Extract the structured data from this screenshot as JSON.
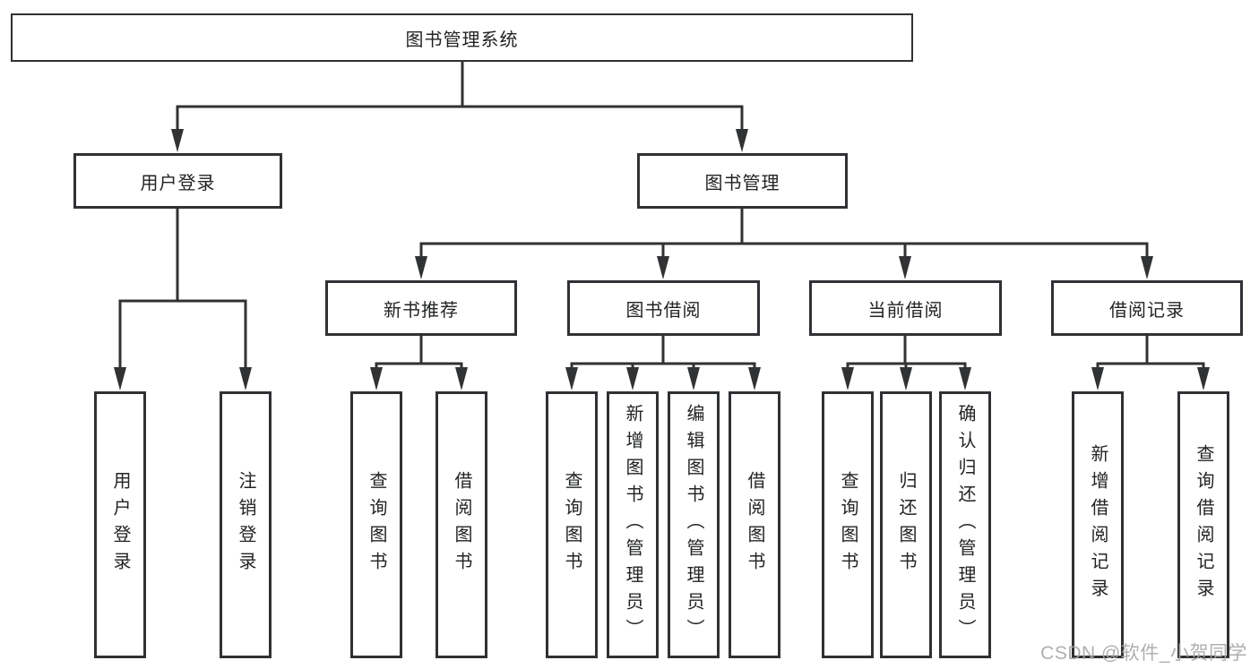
{
  "diagram": {
    "root": {
      "label": "图书管理系统"
    },
    "level2": [
      {
        "label": "用户登录"
      },
      {
        "label": "图书管理"
      }
    ],
    "level3": [
      {
        "label": "新书推荐"
      },
      {
        "label": "图书借阅"
      },
      {
        "label": "当前借阅"
      },
      {
        "label": "借阅记录"
      }
    ],
    "leaves": {
      "login": [
        "用户登录",
        "注销登录"
      ],
      "recommend": [
        "查询图书",
        "借阅图书"
      ],
      "borrow": [
        "查询图书",
        "新增图书（管理员）",
        "编辑图书（管理员）",
        "借阅图书"
      ],
      "current": [
        "查询图书",
        "归还图书",
        "确认归还（管理员）"
      ],
      "records": [
        "新增借阅记录",
        "查询借阅记录"
      ]
    }
  },
  "watermark": {
    "text": "CSDN @软件_小贺同学"
  },
  "colors": {
    "line": "#303234",
    "box_border": "#2f3134",
    "box_fill": "#ffffff",
    "text": "#212325",
    "watermark": "#a8a8a8"
  }
}
